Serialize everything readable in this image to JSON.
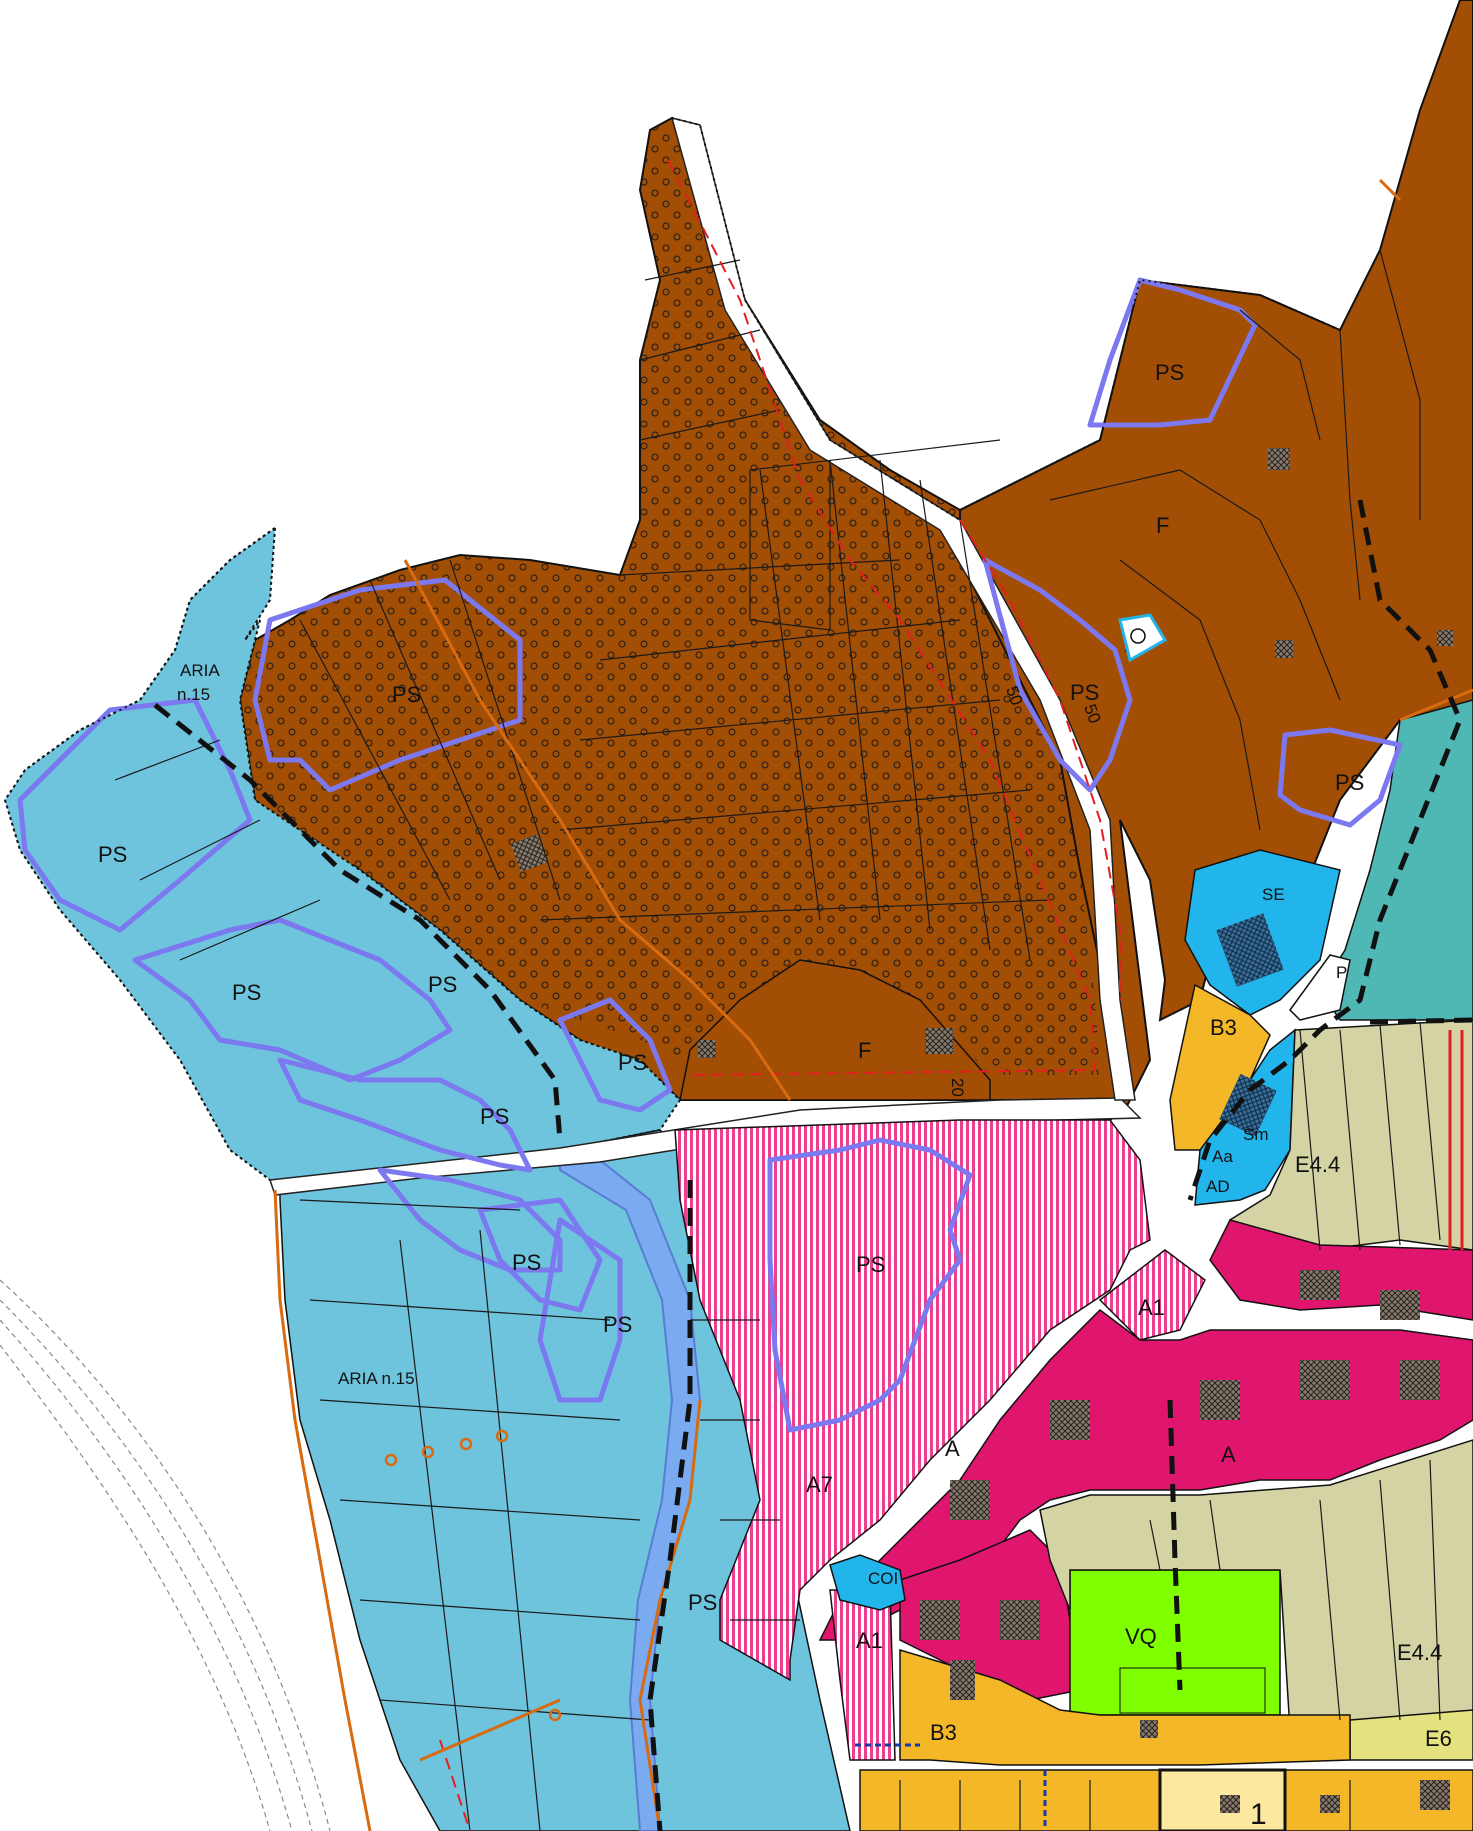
{
  "map": {
    "colors": {
      "forest_f": "#a34e05",
      "aria_zone": "#6ec3dd",
      "ps_outline": "#7b78f0",
      "river": "#7aaaf0",
      "historic_a": "#e0156e",
      "a7_zone": "#f8b8d6",
      "e4_agri": "#d4d3a4",
      "b3_residential": "#f4b728",
      "vq_green": "#80ff00",
      "se_service": "#22b5ec",
      "teal_zone": "#4fb8b5",
      "e6_zone": "#e3e27e",
      "contour_orange": "#d86a10",
      "boundary_red": "#e32020"
    },
    "labels": {
      "ps_top": "PS",
      "f_north": "F",
      "ps_road": "PS",
      "ps_east": "PS",
      "se": "SE",
      "p": "P",
      "b3_north": "B3",
      "aria_top": "ARIA",
      "aria_top_n": "n.15",
      "ps_brown_west": "PS",
      "ps_west_big": "PS",
      "ps_west_2": "PS",
      "ps_west_3": "PS",
      "ps_west_4": "PS",
      "ps_west_5": "PS",
      "f_south": "F",
      "num_20": "20",
      "num_50a": "50",
      "num_50b": "50",
      "sm": "Sm",
      "aa": "Aa",
      "ad": "AD",
      "e44_north": "E4.4",
      "ps_pink": "PS",
      "a1_north": "A1",
      "ps_low_1": "PS",
      "ps_low_2": "PS",
      "aria_low": "ARIA n.15",
      "a_west": "A",
      "a_east": "A",
      "a7": "A7",
      "coi": "COI",
      "a1_south": "A1",
      "vq": "VQ",
      "e44_south": "E4.4",
      "ps_river": "PS",
      "b3_south": "B3",
      "e6": "E6",
      "num_1": "1"
    }
  }
}
